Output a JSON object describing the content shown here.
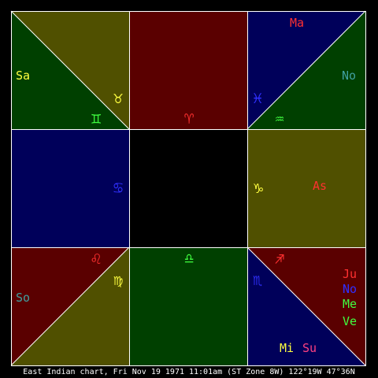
{
  "colors": {
    "maroon": "#5a0000",
    "olive": "#505000",
    "navy": "#00005a",
    "green": "#004000",
    "black": "#000000",
    "border": "#ffffff",
    "red": "#ff3030",
    "yellow": "#ffff40",
    "green_text": "#40ff40",
    "blue_text": "#3030ff",
    "teal_text": "#40a0a0",
    "pink_text": "#ff4080"
  },
  "signs": {
    "aries": "♈",
    "taurus": "♉",
    "gemini": "♊",
    "cancer": "♋",
    "leo": "♌",
    "virgo": "♍",
    "libra": "♎",
    "scorpio": "♏",
    "sagittarius": "♐",
    "capricorn": "♑",
    "aquarius": "♒",
    "pisces": "♓"
  },
  "planets": {
    "sa": "Sa",
    "ma": "Ma",
    "no": "No",
    "as": "As",
    "so": "So",
    "ju": "Ju",
    "no2": "No",
    "me": "Me",
    "ve": "Ve",
    "mi": "Mi",
    "su": "Su"
  },
  "footer": "East Indian chart, Fri Nov 19 1971 11:01am (ST Zone 8W) 122°19W 47°36N"
}
